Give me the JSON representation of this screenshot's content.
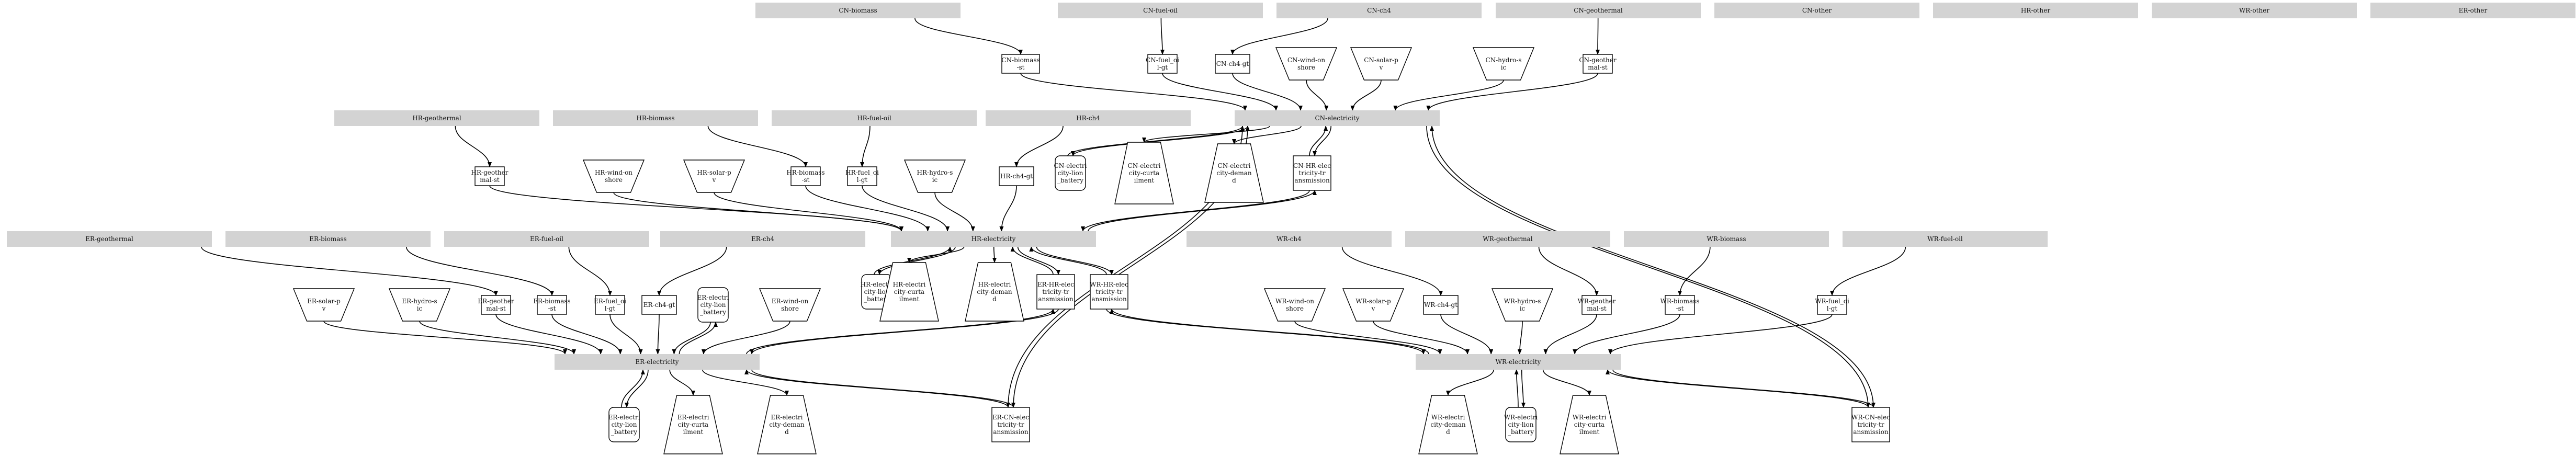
{
  "diagram": {
    "nodes": [
      {
        "id": "CN-biomass",
        "type": "bus",
        "lines": [
          "CN-biomass"
        ]
      },
      {
        "id": "CN-fuel-oil",
        "type": "bus",
        "lines": [
          "CN-fuel-oil"
        ]
      },
      {
        "id": "CN-ch4",
        "type": "bus",
        "lines": [
          "CN-ch4"
        ]
      },
      {
        "id": "CN-geothermal",
        "type": "bus",
        "lines": [
          "CN-geothermal"
        ]
      },
      {
        "id": "CN-other",
        "type": "bus",
        "lines": [
          "CN-other"
        ]
      },
      {
        "id": "HR-other",
        "type": "bus",
        "lines": [
          "HR-other"
        ]
      },
      {
        "id": "WR-other",
        "type": "bus",
        "lines": [
          "WR-other"
        ]
      },
      {
        "id": "ER-other",
        "type": "bus",
        "lines": [
          "ER-other"
        ]
      },
      {
        "id": "CN-biomass-st",
        "type": "box",
        "lines": [
          "CN-biomass",
          "-st"
        ]
      },
      {
        "id": "CN-fuel-oil-gt",
        "type": "box",
        "lines": [
          "CN-fuel_oi",
          "l-gt"
        ]
      },
      {
        "id": "CN-ch4-gt",
        "type": "box",
        "lines": [
          "CN-ch4-gt"
        ]
      },
      {
        "id": "CN-wind-onshore",
        "type": "invtrap",
        "lines": [
          "CN-wind-on",
          "shore"
        ]
      },
      {
        "id": "CN-solar-pv",
        "type": "invtrap",
        "lines": [
          "CN-solar-p",
          "v"
        ]
      },
      {
        "id": "CN-hydro-s",
        "type": "invtrap",
        "lines": [
          "CN-hydro-s",
          "ic"
        ]
      },
      {
        "id": "CN-geothermal-st",
        "type": "box",
        "lines": [
          "CN-geother",
          "mal-st"
        ]
      },
      {
        "id": "CN-electricity",
        "type": "bus",
        "lines": [
          "CN-electricity"
        ]
      },
      {
        "id": "CN-battery",
        "type": "round",
        "lines": [
          "CN-electri",
          "city-lion",
          "_battery"
        ]
      },
      {
        "id": "CN-demand-cur",
        "type": "trap",
        "lines": [
          "CN-electri",
          "city-curta",
          "ilment"
        ]
      },
      {
        "id": "CN-demand",
        "type": "trap",
        "lines": [
          "CN-electri",
          "city-deman",
          "d"
        ]
      },
      {
        "id": "CN-HR-tx",
        "type": "box",
        "lines": [
          "CN-HR-elec",
          "tricity-tr",
          "ansmission"
        ]
      },
      {
        "id": "HR-geothermal",
        "type": "bus",
        "lines": [
          "HR-geothermal"
        ]
      },
      {
        "id": "HR-biomass",
        "type": "bus",
        "lines": [
          "HR-biomass"
        ]
      },
      {
        "id": "HR-fuel-oil",
        "type": "bus",
        "lines": [
          "HR-fuel-oil"
        ]
      },
      {
        "id": "HR-ch4",
        "type": "bus",
        "lines": [
          "HR-ch4"
        ]
      },
      {
        "id": "HR-geothermal-st",
        "type": "box",
        "lines": [
          "HR-geother",
          "mal-st"
        ]
      },
      {
        "id": "HR-wind-onshore",
        "type": "invtrap",
        "lines": [
          "HR-wind-on",
          "shore"
        ]
      },
      {
        "id": "HR-solar-pv",
        "type": "invtrap",
        "lines": [
          "HR-solar-p",
          "v"
        ]
      },
      {
        "id": "HR-biomass-st",
        "type": "box",
        "lines": [
          "HR-biomass",
          "-st"
        ]
      },
      {
        "id": "HR-fuel-oil-gt",
        "type": "box",
        "lines": [
          "HR-fuel_oi",
          "l-gt"
        ]
      },
      {
        "id": "HR-hydro-s",
        "type": "invtrap",
        "lines": [
          "HR-hydro-s",
          "ic"
        ]
      },
      {
        "id": "HR-ch4-gt",
        "type": "box",
        "lines": [
          "HR-ch4-gt"
        ]
      },
      {
        "id": "HR-electricity",
        "type": "bus",
        "lines": [
          "HR-electricity"
        ]
      },
      {
        "id": "HR-battery",
        "type": "round",
        "lines": [
          "HR-electri",
          "city-lion",
          "_battery"
        ]
      },
      {
        "id": "HR-demand-cur",
        "type": "trap",
        "lines": [
          "HR-electri",
          "city-curta",
          "ilment"
        ]
      },
      {
        "id": "HR-demand",
        "type": "trap",
        "lines": [
          "HR-electri",
          "city-deman",
          "d"
        ]
      },
      {
        "id": "HR-ER-tx",
        "type": "box",
        "lines": [
          "ER-HR-elec",
          "tricity-tr",
          "ansmission"
        ]
      },
      {
        "id": "HR-WR-tx",
        "type": "box",
        "lines": [
          "WR-HR-elec",
          "tricity-tr",
          "ansmission"
        ]
      },
      {
        "id": "ER-geothermal",
        "type": "bus",
        "lines": [
          "ER-geothermal"
        ]
      },
      {
        "id": "ER-biomass",
        "type": "bus",
        "lines": [
          "ER-biomass"
        ]
      },
      {
        "id": "ER-fuel-oil",
        "type": "bus",
        "lines": [
          "ER-fuel-oil"
        ]
      },
      {
        "id": "ER-ch4",
        "type": "bus",
        "lines": [
          "ER-ch4"
        ]
      },
      {
        "id": "ER-solar-pv",
        "type": "invtrap",
        "lines": [
          "ER-solar-p",
          "v"
        ]
      },
      {
        "id": "ER-hydro-s",
        "type": "invtrap",
        "lines": [
          "ER-hydro-s",
          "ic"
        ]
      },
      {
        "id": "ER-geothermal-st",
        "type": "box",
        "lines": [
          "ER-geother",
          "mal-st"
        ]
      },
      {
        "id": "ER-biomass-st",
        "type": "box",
        "lines": [
          "ER-biomass",
          "-st"
        ]
      },
      {
        "id": "ER-fuel-oil-gt",
        "type": "box",
        "lines": [
          "ER-fuel_oi",
          "l-gt"
        ]
      },
      {
        "id": "ER-ch4-gt",
        "type": "box",
        "lines": [
          "ER-ch4-gt"
        ]
      },
      {
        "id": "ER-battery-top",
        "type": "round",
        "lines": [
          "ER-electri",
          "city-lion",
          "_battery"
        ]
      },
      {
        "id": "ER-wind-onshore",
        "type": "invtrap",
        "lines": [
          "ER-wind-on",
          "shore"
        ]
      },
      {
        "id": "ER-electricity",
        "type": "bus",
        "lines": [
          "ER-electricity"
        ]
      },
      {
        "id": "ER-battery",
        "type": "round",
        "lines": [
          "ER-electri",
          "city-lion",
          "_battery"
        ]
      },
      {
        "id": "ER-demand-cur",
        "type": "trap",
        "lines": [
          "ER-electri",
          "city-curta",
          "ilment"
        ]
      },
      {
        "id": "ER-demand",
        "type": "trap",
        "lines": [
          "ER-electri",
          "city-deman",
          "d"
        ]
      },
      {
        "id": "ER-CN-tx",
        "type": "box",
        "lines": [
          "ER-CN-elec",
          "tricity-tr",
          "ansmission"
        ]
      },
      {
        "id": "WR-ch4",
        "type": "bus",
        "lines": [
          "WR-ch4"
        ]
      },
      {
        "id": "WR-geothermal",
        "type": "bus",
        "lines": [
          "WR-geothermal"
        ]
      },
      {
        "id": "WR-biomass",
        "type": "bus",
        "lines": [
          "WR-biomass"
        ]
      },
      {
        "id": "WR-fuel-oil",
        "type": "bus",
        "lines": [
          "WR-fuel-oil"
        ]
      },
      {
        "id": "WR-wind-onshore",
        "type": "invtrap",
        "lines": [
          "WR-wind-on",
          "shore"
        ]
      },
      {
        "id": "WR-solar-pv",
        "type": "invtrap",
        "lines": [
          "WR-solar-p",
          "v"
        ]
      },
      {
        "id": "WR-ch4-gt",
        "type": "box",
        "lines": [
          "WR-ch4-gt"
        ]
      },
      {
        "id": "WR-hydro-s",
        "type": "invtrap",
        "lines": [
          "WR-hydro-s",
          "ic"
        ]
      },
      {
        "id": "WR-geothermal-st",
        "type": "box",
        "lines": [
          "WR-geother",
          "mal-st"
        ]
      },
      {
        "id": "WR-biomass-st",
        "type": "box",
        "lines": [
          "WR-biomass",
          "-st"
        ]
      },
      {
        "id": "WR-fuel-oil-gt",
        "type": "box",
        "lines": [
          "WR-fuel_oi",
          "l-gt"
        ]
      },
      {
        "id": "WR-electricity",
        "type": "bus",
        "lines": [
          "WR-electricity"
        ]
      },
      {
        "id": "WR-demand",
        "type": "trap",
        "lines": [
          "WR-electri",
          "city-deman",
          "d"
        ]
      },
      {
        "id": "WR-battery",
        "type": "round",
        "lines": [
          "WR-electri",
          "city-lion",
          "_battery"
        ]
      },
      {
        "id": "WR-demand-cur",
        "type": "trap",
        "lines": [
          "WR-electri",
          "city-curta",
          "ilment"
        ]
      },
      {
        "id": "WR-CN-tx",
        "type": "box",
        "lines": [
          "WR-CN-elec",
          "tricity-tr",
          "ansmission"
        ]
      }
    ],
    "edges": [
      [
        "CN-biomass",
        "CN-biomass-st"
      ],
      [
        "CN-fuel-oil",
        "CN-fuel-oil-gt"
      ],
      [
        "CN-ch4",
        "CN-ch4-gt"
      ],
      [
        "CN-geothermal",
        "CN-geothermal-st"
      ],
      [
        "CN-biomass-st",
        "CN-electricity"
      ],
      [
        "CN-fuel-oil-gt",
        "CN-electricity"
      ],
      [
        "CN-ch4-gt",
        "CN-electricity"
      ],
      [
        "CN-wind-onshore",
        "CN-electricity"
      ],
      [
        "CN-solar-pv",
        "CN-electricity"
      ],
      [
        "CN-hydro-s",
        "CN-electricity"
      ],
      [
        "CN-geothermal-st",
        "CN-electricity"
      ],
      [
        "CN-electricity",
        "CN-battery"
      ],
      [
        "CN-battery",
        "CN-electricity"
      ],
      [
        "CN-electricity",
        "CN-demand-cur"
      ],
      [
        "CN-electricity",
        "CN-demand"
      ],
      [
        "CN-electricity",
        "CN-HR-tx"
      ],
      [
        "CN-HR-tx",
        "CN-electricity"
      ],
      [
        "CN-HR-tx",
        "HR-electricity"
      ],
      [
        "HR-electricity",
        "CN-HR-tx"
      ],
      [
        "HR-geothermal",
        "HR-geothermal-st"
      ],
      [
        "HR-biomass",
        "HR-biomass-st"
      ],
      [
        "HR-fuel-oil",
        "HR-fuel-oil-gt"
      ],
      [
        "HR-ch4",
        "HR-ch4-gt"
      ],
      [
        "HR-geothermal-st",
        "HR-electricity"
      ],
      [
        "HR-wind-onshore",
        "HR-electricity"
      ],
      [
        "HR-solar-pv",
        "HR-electricity"
      ],
      [
        "HR-biomass-st",
        "HR-electricity"
      ],
      [
        "HR-fuel-oil-gt",
        "HR-electricity"
      ],
      [
        "HR-hydro-s",
        "HR-electricity"
      ],
      [
        "HR-ch4-gt",
        "HR-electricity"
      ],
      [
        "HR-electricity",
        "HR-battery"
      ],
      [
        "HR-battery",
        "HR-electricity"
      ],
      [
        "HR-electricity",
        "HR-demand-cur"
      ],
      [
        "HR-electricity",
        "HR-demand"
      ],
      [
        "HR-electricity",
        "HR-ER-tx"
      ],
      [
        "HR-ER-tx",
        "HR-electricity"
      ],
      [
        "HR-electricity",
        "HR-WR-tx"
      ],
      [
        "HR-WR-tx",
        "HR-electricity"
      ],
      [
        "HR-ER-tx",
        "ER-electricity"
      ],
      [
        "ER-electricity",
        "HR-ER-tx"
      ],
      [
        "HR-WR-tx",
        "WR-electricity"
      ],
      [
        "WR-electricity",
        "HR-WR-tx"
      ],
      [
        "ER-geothermal",
        "ER-geothermal-st"
      ],
      [
        "ER-biomass",
        "ER-biomass-st"
      ],
      [
        "ER-fuel-oil",
        "ER-fuel-oil-gt"
      ],
      [
        "ER-ch4",
        "ER-ch4-gt"
      ],
      [
        "ER-solar-pv",
        "ER-electricity"
      ],
      [
        "ER-hydro-s",
        "ER-electricity"
      ],
      [
        "ER-geothermal-st",
        "ER-electricity"
      ],
      [
        "ER-biomass-st",
        "ER-electricity"
      ],
      [
        "ER-fuel-oil-gt",
        "ER-electricity"
      ],
      [
        "ER-ch4-gt",
        "ER-electricity"
      ],
      [
        "ER-wind-onshore",
        "ER-electricity"
      ],
      [
        "ER-battery-top",
        "ER-electricity"
      ],
      [
        "ER-electricity",
        "ER-battery-top"
      ],
      [
        "ER-electricity",
        "ER-battery"
      ],
      [
        "ER-battery",
        "ER-electricity"
      ],
      [
        "ER-electricity",
        "ER-demand-cur"
      ],
      [
        "ER-electricity",
        "ER-demand"
      ],
      [
        "ER-electricity",
        "ER-CN-tx"
      ],
      [
        "ER-CN-tx",
        "ER-electricity"
      ],
      [
        "ER-CN-tx",
        "CN-electricity"
      ],
      [
        "CN-electricity",
        "ER-CN-tx"
      ],
      [
        "WR-ch4",
        "WR-ch4-gt"
      ],
      [
        "WR-geothermal",
        "WR-geothermal-st"
      ],
      [
        "WR-biomass",
        "WR-biomass-st"
      ],
      [
        "WR-fuel-oil",
        "WR-fuel-oil-gt"
      ],
      [
        "WR-wind-onshore",
        "WR-electricity"
      ],
      [
        "WR-solar-pv",
        "WR-electricity"
      ],
      [
        "WR-ch4-gt",
        "WR-electricity"
      ],
      [
        "WR-hydro-s",
        "WR-electricity"
      ],
      [
        "WR-geothermal-st",
        "WR-electricity"
      ],
      [
        "WR-biomass-st",
        "WR-electricity"
      ],
      [
        "WR-fuel-oil-gt",
        "WR-electricity"
      ],
      [
        "WR-electricity",
        "WR-demand"
      ],
      [
        "WR-electricity",
        "WR-battery"
      ],
      [
        "WR-battery",
        "WR-electricity"
      ],
      [
        "WR-electricity",
        "WR-demand-cur"
      ],
      [
        "WR-electricity",
        "WR-CN-tx"
      ],
      [
        "WR-CN-tx",
        "WR-electricity"
      ],
      [
        "WR-CN-tx",
        "CN-electricity"
      ],
      [
        "CN-electricity",
        "WR-CN-tx"
      ]
    ]
  }
}
